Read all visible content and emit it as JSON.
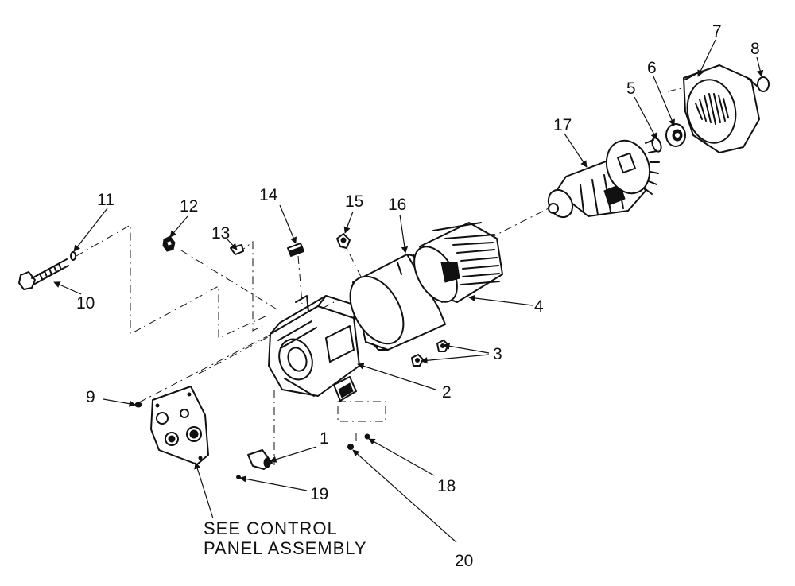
{
  "diagram": {
    "labels": {
      "p1": "1",
      "p2": "2",
      "p3": "3",
      "p4": "4",
      "p5": "5",
      "p6": "6",
      "p7": "7",
      "p8": "8",
      "p9": "9",
      "p10": "10",
      "p11": "11",
      "p12": "12",
      "p13": "13",
      "p14": "14",
      "p15": "15",
      "p16": "16",
      "p17": "17",
      "p18": "18",
      "p19": "19",
      "p20": "20"
    },
    "note": {
      "line1": "SEE CONTROL",
      "line2": "PANEL ASSEMBLY"
    }
  }
}
